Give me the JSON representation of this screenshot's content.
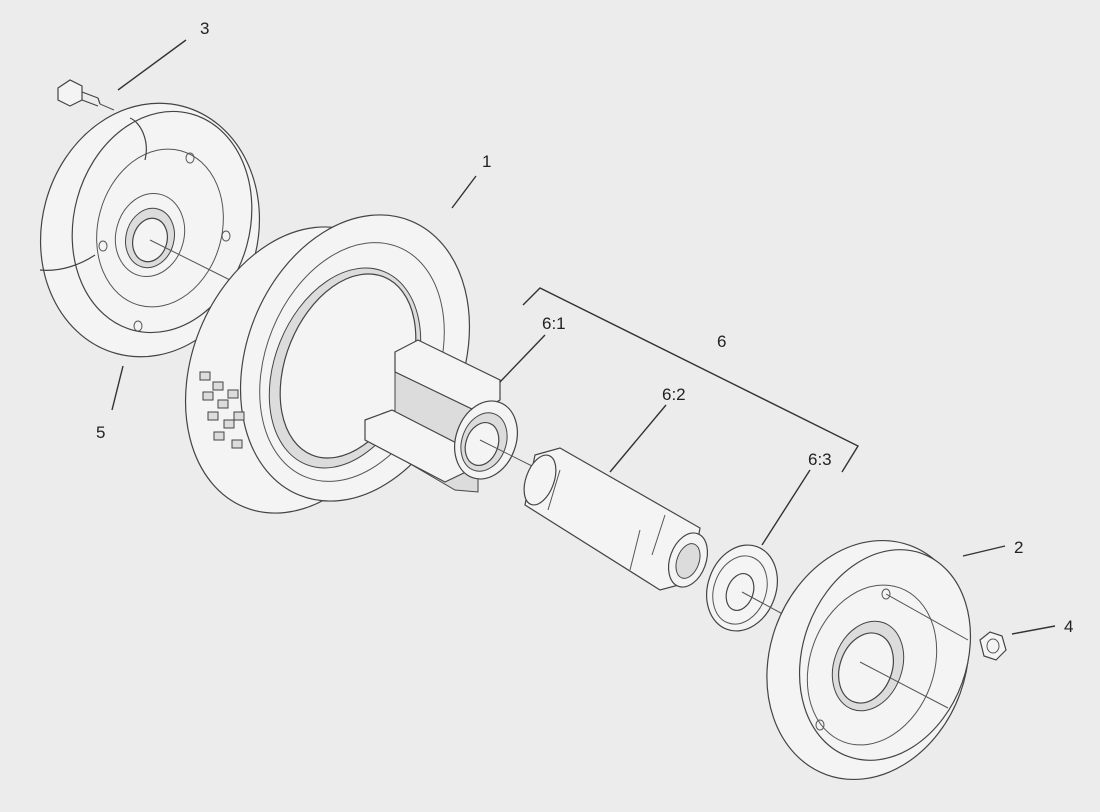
{
  "diagram": {
    "callouts": {
      "c1": "1",
      "c2": "2",
      "c3": "3",
      "c4": "4",
      "c5": "5",
      "c6": "6",
      "c6_1": "6:1",
      "c6_2": "6:2",
      "c6_3": "6:3"
    }
  }
}
